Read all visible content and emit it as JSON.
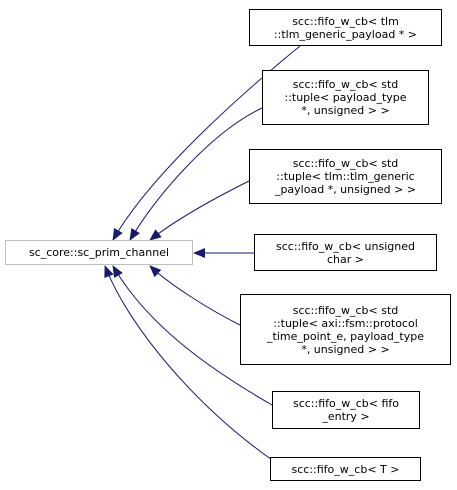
{
  "diagram": {
    "base_class": {
      "label": "sc_core::sc_prim_channel"
    },
    "derived_classes": [
      {
        "lines": [
          "scc::fifo_w_cb< tlm",
          "::tlm_generic_payload * >"
        ]
      },
      {
        "lines": [
          "scc::fifo_w_cb< std",
          "::tuple< payload_type",
          "*, unsigned > >"
        ]
      },
      {
        "lines": [
          "scc::fifo_w_cb< std",
          "::tuple< tlm::tlm_generic",
          "_payload *, unsigned > >"
        ]
      },
      {
        "lines": [
          "scc::fifo_w_cb< unsigned",
          "char >"
        ]
      },
      {
        "lines": [
          "scc::fifo_w_cb< std",
          "::tuple< axi::fsm::protocol",
          "_time_point_e, payload_type",
          "*, unsigned > >"
        ]
      },
      {
        "lines": [
          "scc::fifo_w_cb< fifo",
          "_entry >"
        ]
      },
      {
        "lines": [
          "scc::fifo_w_cb< T >"
        ]
      }
    ],
    "colors": {
      "edge": "#191970",
      "base_border": "#bfbfbf",
      "node_border": "#000000"
    }
  }
}
